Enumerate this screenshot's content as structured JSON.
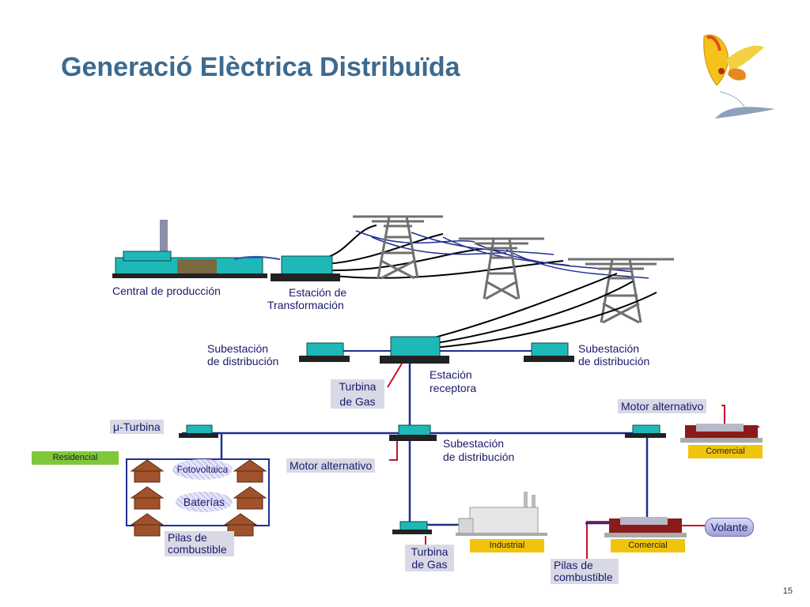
{
  "title": "Generació Elèctrica Distribuïda",
  "page_number": "15",
  "labels": {
    "central": "Central de producción",
    "estacion_trans_1": "Estación de",
    "estacion_trans_2": "Transformación",
    "subest_left_1": "Subestación",
    "subest_left_2": "de distribución",
    "subest_right_1": "Subestación",
    "subest_right_2": "de distribución",
    "estacion_rec_1": "Estación",
    "estacion_rec_2": "receptora",
    "subest_center_1": "Subestación",
    "subest_center_2": "de distribución",
    "pilas_left_1": "Pilas de",
    "pilas_left_2": "combustible",
    "pilas_right_1": "Pilas de",
    "pilas_right_2": "combustible"
  },
  "boxes": {
    "turbina_gas_top_1": "Turbina",
    "turbina_gas_top_2": "de Gas",
    "mu_turbina": "μ-Turbina",
    "motor_alt_center": "Motor alternativo",
    "motor_alt_right": "Motor alternativo",
    "turbina_gas_bottom_1": "Turbina",
    "turbina_gas_bottom_2": "de Gas"
  },
  "tags": {
    "residencial": "Residencial",
    "comercial_top": "Comercial",
    "industrial": "Industrial",
    "comercial_bottom": "Comercial"
  },
  "ellipses": {
    "fotovoltaica": "Fotovoltaica",
    "baterias": "Baterías"
  },
  "volante": "Volante",
  "colors": {
    "title": "#3d6a8f",
    "line_blue": "#1f2f8f",
    "line_red": "#c8102e",
    "equipment": "#1fb8b8",
    "tag_green": "#7ec83a",
    "tag_yellow": "#f0c40c"
  }
}
